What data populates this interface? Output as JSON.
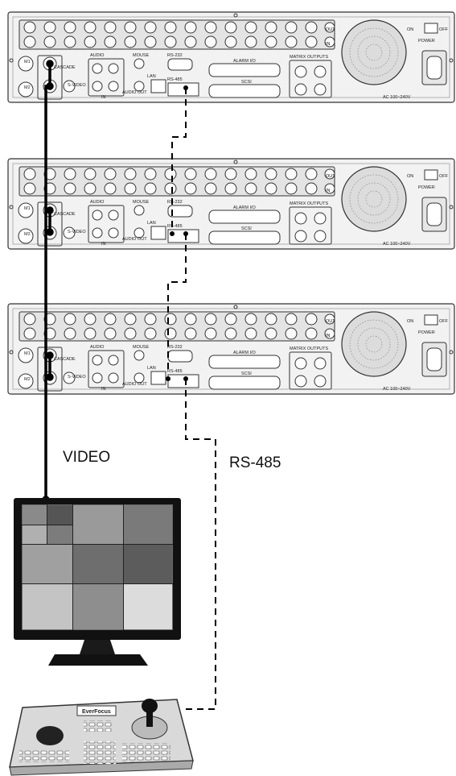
{
  "diagram": {
    "wiring_labels": {
      "video": "VIDEO",
      "rs485": "RS-485"
    },
    "dvr_panel": {
      "ports": {
        "m1": "M1",
        "m2": "M2",
        "cascade": "CASCADE",
        "svideo": "S-VIDEO",
        "audio": "AUDIO",
        "in": "IN",
        "mouse": "MOUSE",
        "audio_out": "AUDIO OUT",
        "lan": "LAN",
        "rs232": "RS-232",
        "rs485": "RS-485",
        "alarm": "ALARM I/O",
        "scsi": "SCSI",
        "matrix": "MATRIX OUTPUTS",
        "loop_out": "OUT",
        "loop_in": "IN",
        "on": "ON",
        "off": "OFF",
        "power": "POWER",
        "ac": "AC 100~240V"
      }
    },
    "keyboard": {
      "brand": "EverFocus"
    },
    "colors": {
      "video_cable": "#000000",
      "rs485_cable": "#000000",
      "device_outline": "#333333",
      "monitor_body": "#111111"
    }
  }
}
